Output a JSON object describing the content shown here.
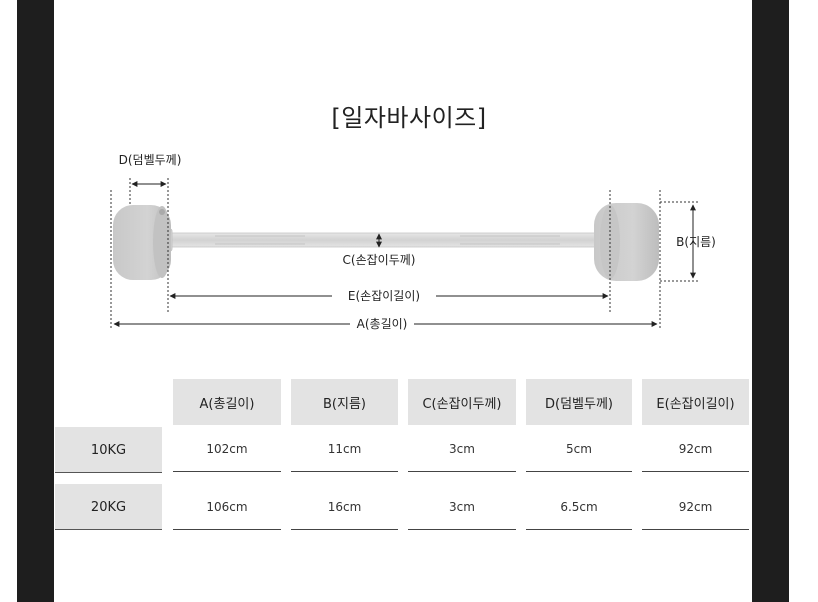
{
  "title": "[일자바사이즈]",
  "diagram": {
    "label_d": "D(덤벨두께)",
    "label_b": "B(지름)",
    "label_c": "C(손잡이두께)",
    "label_e": "E(손잡이길이)",
    "label_a": "A(총길이)"
  },
  "table": {
    "columns": [
      "A(총길이)",
      "B(지름)",
      "C(손잡이두께)",
      "D(덤벨두께)",
      "E(손잡이길이)"
    ],
    "rows": [
      {
        "label": "10KG",
        "values": [
          "102cm",
          "11cm",
          "3cm",
          "5cm",
          "92cm"
        ]
      },
      {
        "label": "20KG",
        "values": [
          "106cm",
          "16cm",
          "3cm",
          "6.5cm",
          "92cm"
        ]
      }
    ]
  },
  "colors": {
    "frame": "#1e1e1e",
    "header_bg": "#e3e3e3",
    "plate": "#cfcfcf"
  }
}
